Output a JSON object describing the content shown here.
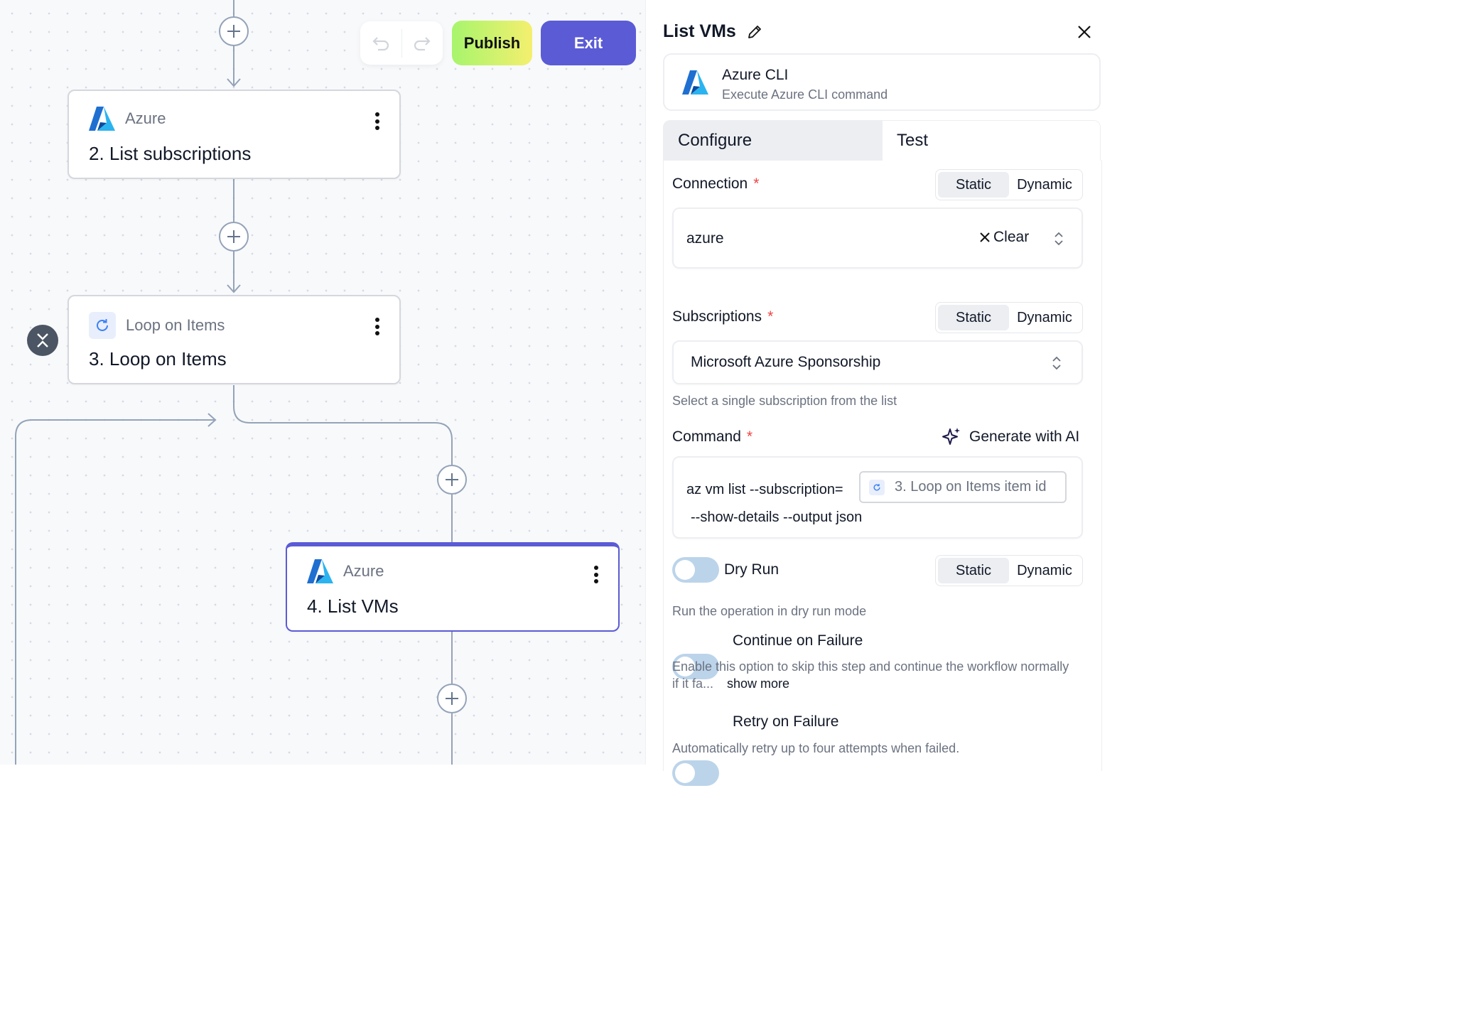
{
  "canvas": {
    "nodes": [
      {
        "app": "Azure",
        "title": "2. List subscriptions"
      },
      {
        "app": "Loop on Items",
        "title": "3. Loop on Items"
      },
      {
        "app": "Azure",
        "title": "4. List VMs"
      }
    ]
  },
  "toolbar": {
    "publish_label": "Publish",
    "exit_label": "Exit"
  },
  "panel": {
    "title": "List VMs",
    "action": {
      "name": "Azure CLI",
      "description": "Execute Azure CLI command"
    },
    "tabs": [
      "Configure",
      "Test"
    ],
    "mode_static": "Static",
    "mode_dynamic": "Dynamic",
    "connection": {
      "label": "Connection",
      "required": "*",
      "value": "azure",
      "clear_label": "Clear"
    },
    "subscriptions": {
      "label": "Subscriptions",
      "required": "*",
      "value": "Microsoft Azure Sponsorship",
      "hint": "Select a single subscription from the list"
    },
    "command": {
      "label": "Command",
      "required": "*",
      "ai_label": "Generate with AI",
      "line1": "az vm list --subscription=",
      "chip": "3. Loop on Items item id",
      "line2": "--show-details --output json"
    },
    "dry_run": {
      "label": "Dry Run",
      "hint": "Run the operation in dry run mode"
    },
    "continue_on_failure": {
      "label": "Continue on Failure",
      "hint_line1": "Enable this option to skip this step and continue the workflow normally",
      "hint_line2": "if it fa...",
      "show_more": "show more"
    },
    "retry_on_failure": {
      "label": "Retry on Failure",
      "hint": "Automatically retry up to four attempts when failed."
    }
  }
}
